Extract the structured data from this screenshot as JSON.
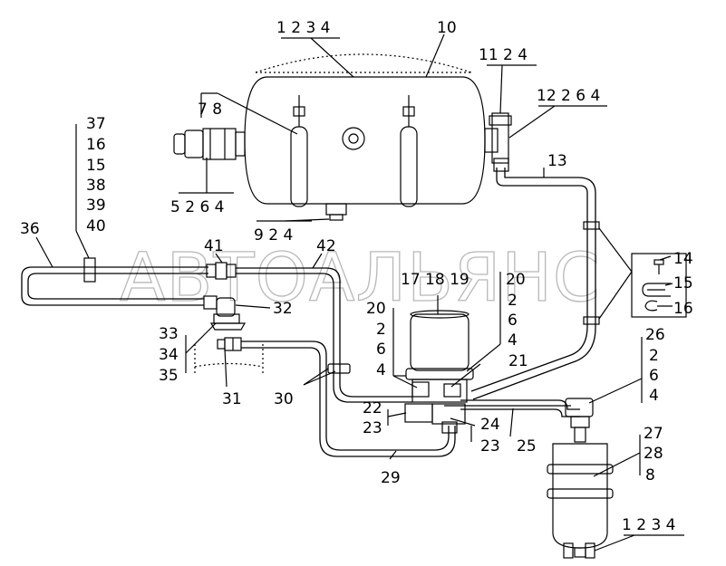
{
  "watermark": "АВТОАЛЬЯНС",
  "labels": {
    "l_1_2_3_4_top": "1 2 3 4",
    "l_10": "10",
    "l_11_2_4": "11 2 4",
    "l_12_2_6_4": "12 2 6 4",
    "l_7_8": "7 8",
    "l_5_2_6_4": "5 2 6 4",
    "l_9_2_4": "9 2 4",
    "l_13": "13",
    "l_37": "37",
    "l_16_left": "16",
    "l_15_left": "15",
    "l_38": "38",
    "l_39": "39",
    "l_40": "40",
    "l_36": "36",
    "l_41": "41",
    "l_42": "42",
    "l_32": "32",
    "l_33": "33",
    "l_34": "34",
    "l_35": "35",
    "l_31": "31",
    "l_30": "30",
    "l_17_18_19": "17 18 19",
    "l_20_a": "20",
    "l_2_a": "2",
    "l_6_a": "6",
    "l_4_a": "4",
    "l_20_b": "20",
    "l_2_b": "2",
    "l_6_b": "6",
    "l_4_b": "4",
    "l_21": "21",
    "l_22": "22",
    "l_23_a": "23",
    "l_24": "24",
    "l_23_b": "23",
    "l_25": "25",
    "l_29": "29",
    "l_14": "14",
    "l_15_right": "15",
    "l_16_right": "16",
    "l_26": "26",
    "l_2_c": "2",
    "l_6_c": "6",
    "l_4_c": "4",
    "l_27": "27",
    "l_28": "28",
    "l_8_bottom": "8",
    "l_1_2_3_4_bottom": "1 2 3 4"
  }
}
